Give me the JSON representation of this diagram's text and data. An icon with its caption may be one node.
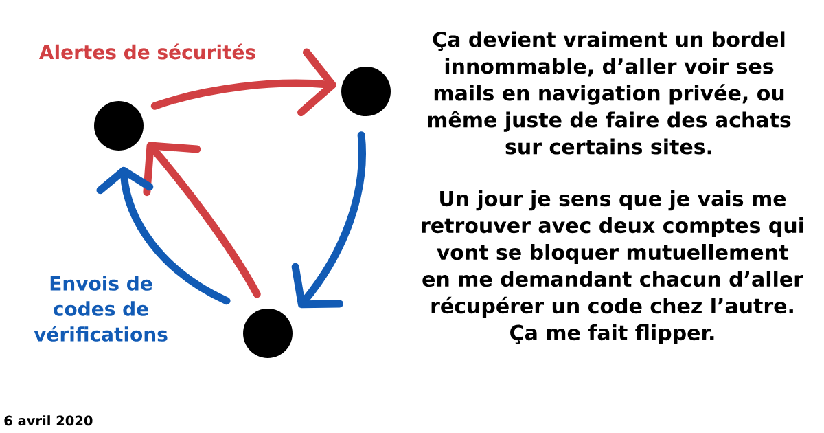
{
  "diagram": {
    "nodes": [
      {
        "text": [],
        "shape": "circle"
      },
      {
        "text": [],
        "shape": "circle"
      },
      {
        "text": [],
        "shape": "circle"
      }
    ],
    "edges": [
      {
        "from": 0,
        "to": 2,
        "arrow": "to",
        "color": "#d14043"
      },
      {
        "from": 1,
        "to": 0,
        "arrow": "to",
        "color": "#d14043"
      },
      {
        "from": 2,
        "to": 1,
        "arrow": "to",
        "color": "#125bb5"
      },
      {
        "from": 1,
        "to": 0,
        "arrow": "to",
        "color": "#125bb5"
      }
    ],
    "labels": [
      "Alertes de sécurités",
      "Ça devient vraiment un bordel innommable, d’aller voir ses mails en navigation privée, ou même juste de faire des achats sur certains sites.",
      "Un jour je sens que je vais me retrouver avec deux comptes qui vont se bloquer mutuellement en me demandant chacun d’aller récupérer un code chez l’autre. Ça me fait flipper.",
      "Envois de codes de vérifications",
      "6 avril 2020"
    ]
  }
}
